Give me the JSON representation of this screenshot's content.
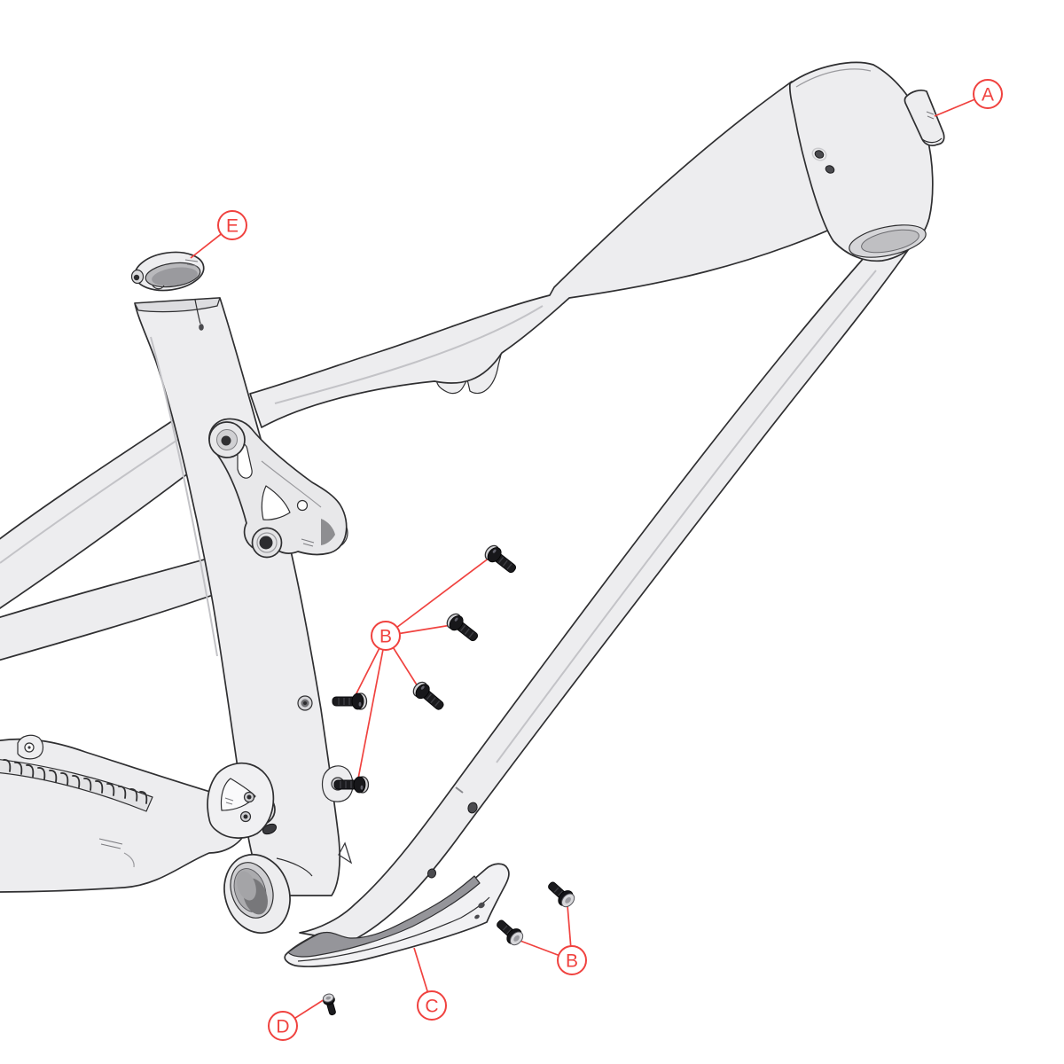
{
  "diagram": {
    "background": "#ffffff",
    "accent_red": "#f0423f",
    "frame_fill": "#ededef",
    "line_color": "#2f2f31",
    "bolt_dark": "#1b1b1e",
    "bolt_silver": "#d3d3d6",
    "guard_top_fill": "#95959a",
    "metal_fill": "#cfcfd2"
  },
  "callouts": [
    {
      "id": "A",
      "letter": "A"
    },
    {
      "id": "E",
      "letter": "E"
    },
    {
      "id": "B-mid",
      "letter": "B"
    },
    {
      "id": "B-bottom",
      "letter": "B"
    },
    {
      "id": "C",
      "letter": "C"
    },
    {
      "id": "D",
      "letter": "D"
    }
  ]
}
